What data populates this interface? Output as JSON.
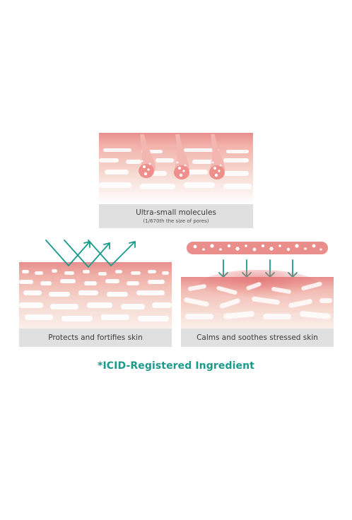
{
  "panels": [
    {
      "caption": "Ultra-small molecules",
      "subcaption": "(1/670th the size of pores)"
    },
    {
      "caption": "Protects and fortifies skin"
    },
    {
      "caption": "Calms and soothes stressed skin"
    }
  ],
  "footer": "*ICID-Registered Ingredient",
  "colors": {
    "teal": "#1a9a8a",
    "skin_top": "#e88e8e",
    "skin_mid": "#f2c9bf",
    "caption_bg": "#e0e0e0"
  }
}
